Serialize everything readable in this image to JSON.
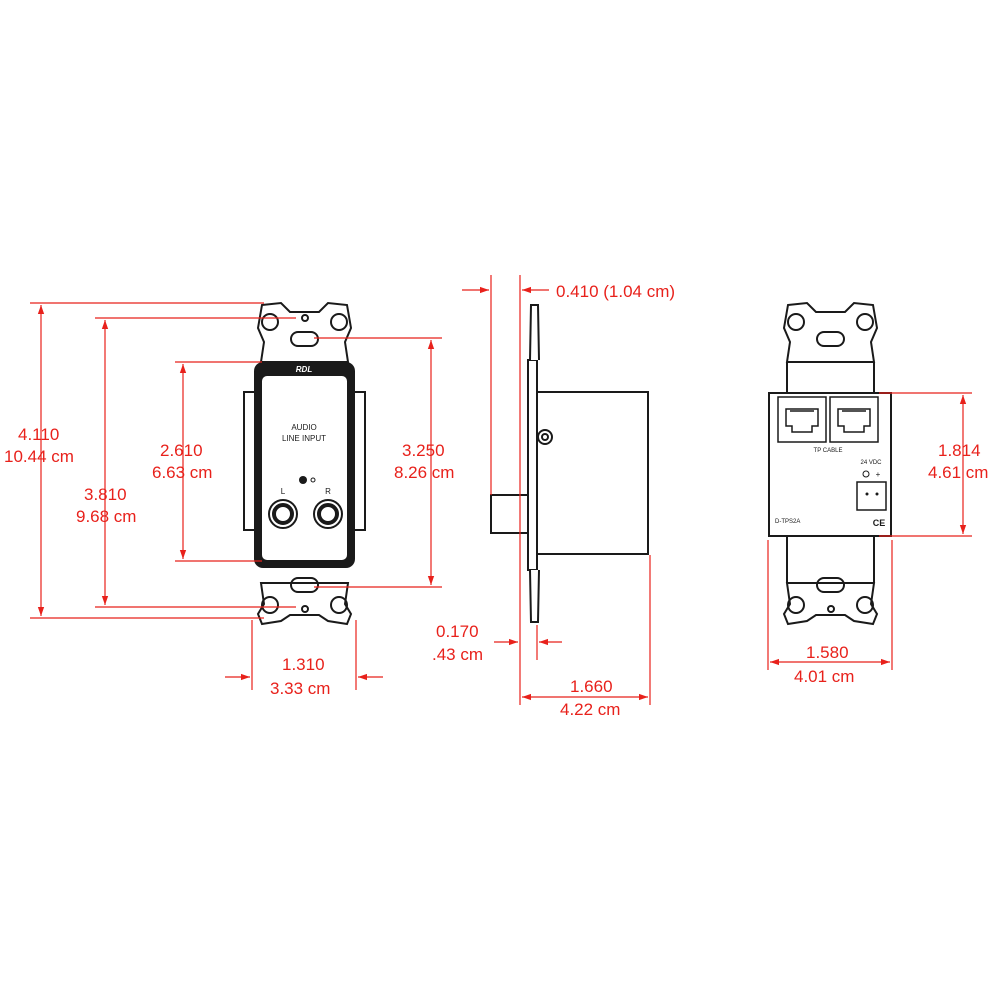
{
  "colors": {
    "dimension": "#e8211b",
    "outline": "#1a1a1a",
    "panel_fill": "#f4f4f4",
    "body_fill": "#e9e9e9",
    "screw_head_fill": "#d9d9d9"
  },
  "front_view": {
    "brand": "RDL",
    "title_line1": "AUDIO",
    "title_line2": "LINE INPUT",
    "left_label": "L",
    "right_label": "R"
  },
  "back_view": {
    "connector_label": "TP CABLE",
    "power_label": "24 VDC",
    "polarity_label": "+",
    "model": "D-TPS2A",
    "mark": "CE"
  },
  "dimensions": {
    "overall_height_in": "4.110",
    "overall_height_cm": "10.44 cm",
    "mount_hole_spacing_in": "3.810",
    "mount_hole_spacing_cm": "9.68 cm",
    "window_height_in": "2.610",
    "window_height_cm": "6.63 cm",
    "panel_height_in": "3.250",
    "panel_height_cm": "8.26 cm",
    "panel_width_in": "1.310",
    "panel_width_cm": "3.33 cm",
    "knob_depth": "0.410 (1.04 cm)",
    "plate_thickness_in": "0.170",
    "plate_thickness_cm": ".43 cm",
    "body_depth_in": "1.660",
    "body_depth_cm": "4.22 cm",
    "rear_height_in": "1.814",
    "rear_height_cm": "4.61 cm",
    "rear_width_in": "1.580",
    "rear_width_cm": "4.01 cm"
  }
}
